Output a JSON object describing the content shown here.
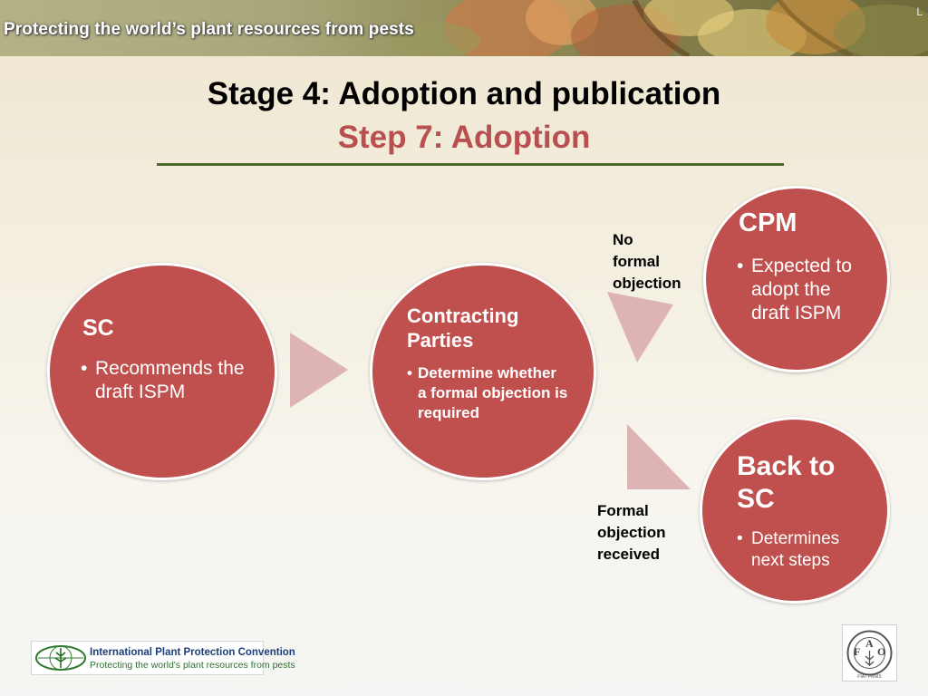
{
  "banner": {
    "tagline": "Protecting the world’s plant resources from pests",
    "slide_number": "L"
  },
  "title": "Stage 4: Adoption and publication",
  "subtitle": "Step 7: Adoption",
  "circles": {
    "sc": {
      "heading": "SC",
      "bullet": "Recommends the draft ISPM"
    },
    "contracting": {
      "heading": "Contracting Parties",
      "bullet": "Determine whether a formal objection is required"
    },
    "cpm": {
      "heading": "CPM",
      "bullet": "Expected to adopt the draft ISPM"
    },
    "back": {
      "heading": "Back to SC",
      "bullet": "Determines next steps"
    }
  },
  "labels": {
    "no_objection": [
      "No",
      "formal",
      "objection"
    ],
    "objection": [
      "Formal",
      "objection",
      "received"
    ]
  },
  "footer": {
    "ippc_name": "International Plant Protection Convention",
    "ippc_tagline": "Protecting the world's plant resources from pests",
    "fao_letters": [
      "F",
      "A",
      "O"
    ],
    "fao_motto": "FIAT PANIS"
  },
  "colors": {
    "circle": "#c0504d",
    "subtitle": "#b85050",
    "arrow": "#ddb3b3",
    "rule": "#4d6a2f"
  }
}
